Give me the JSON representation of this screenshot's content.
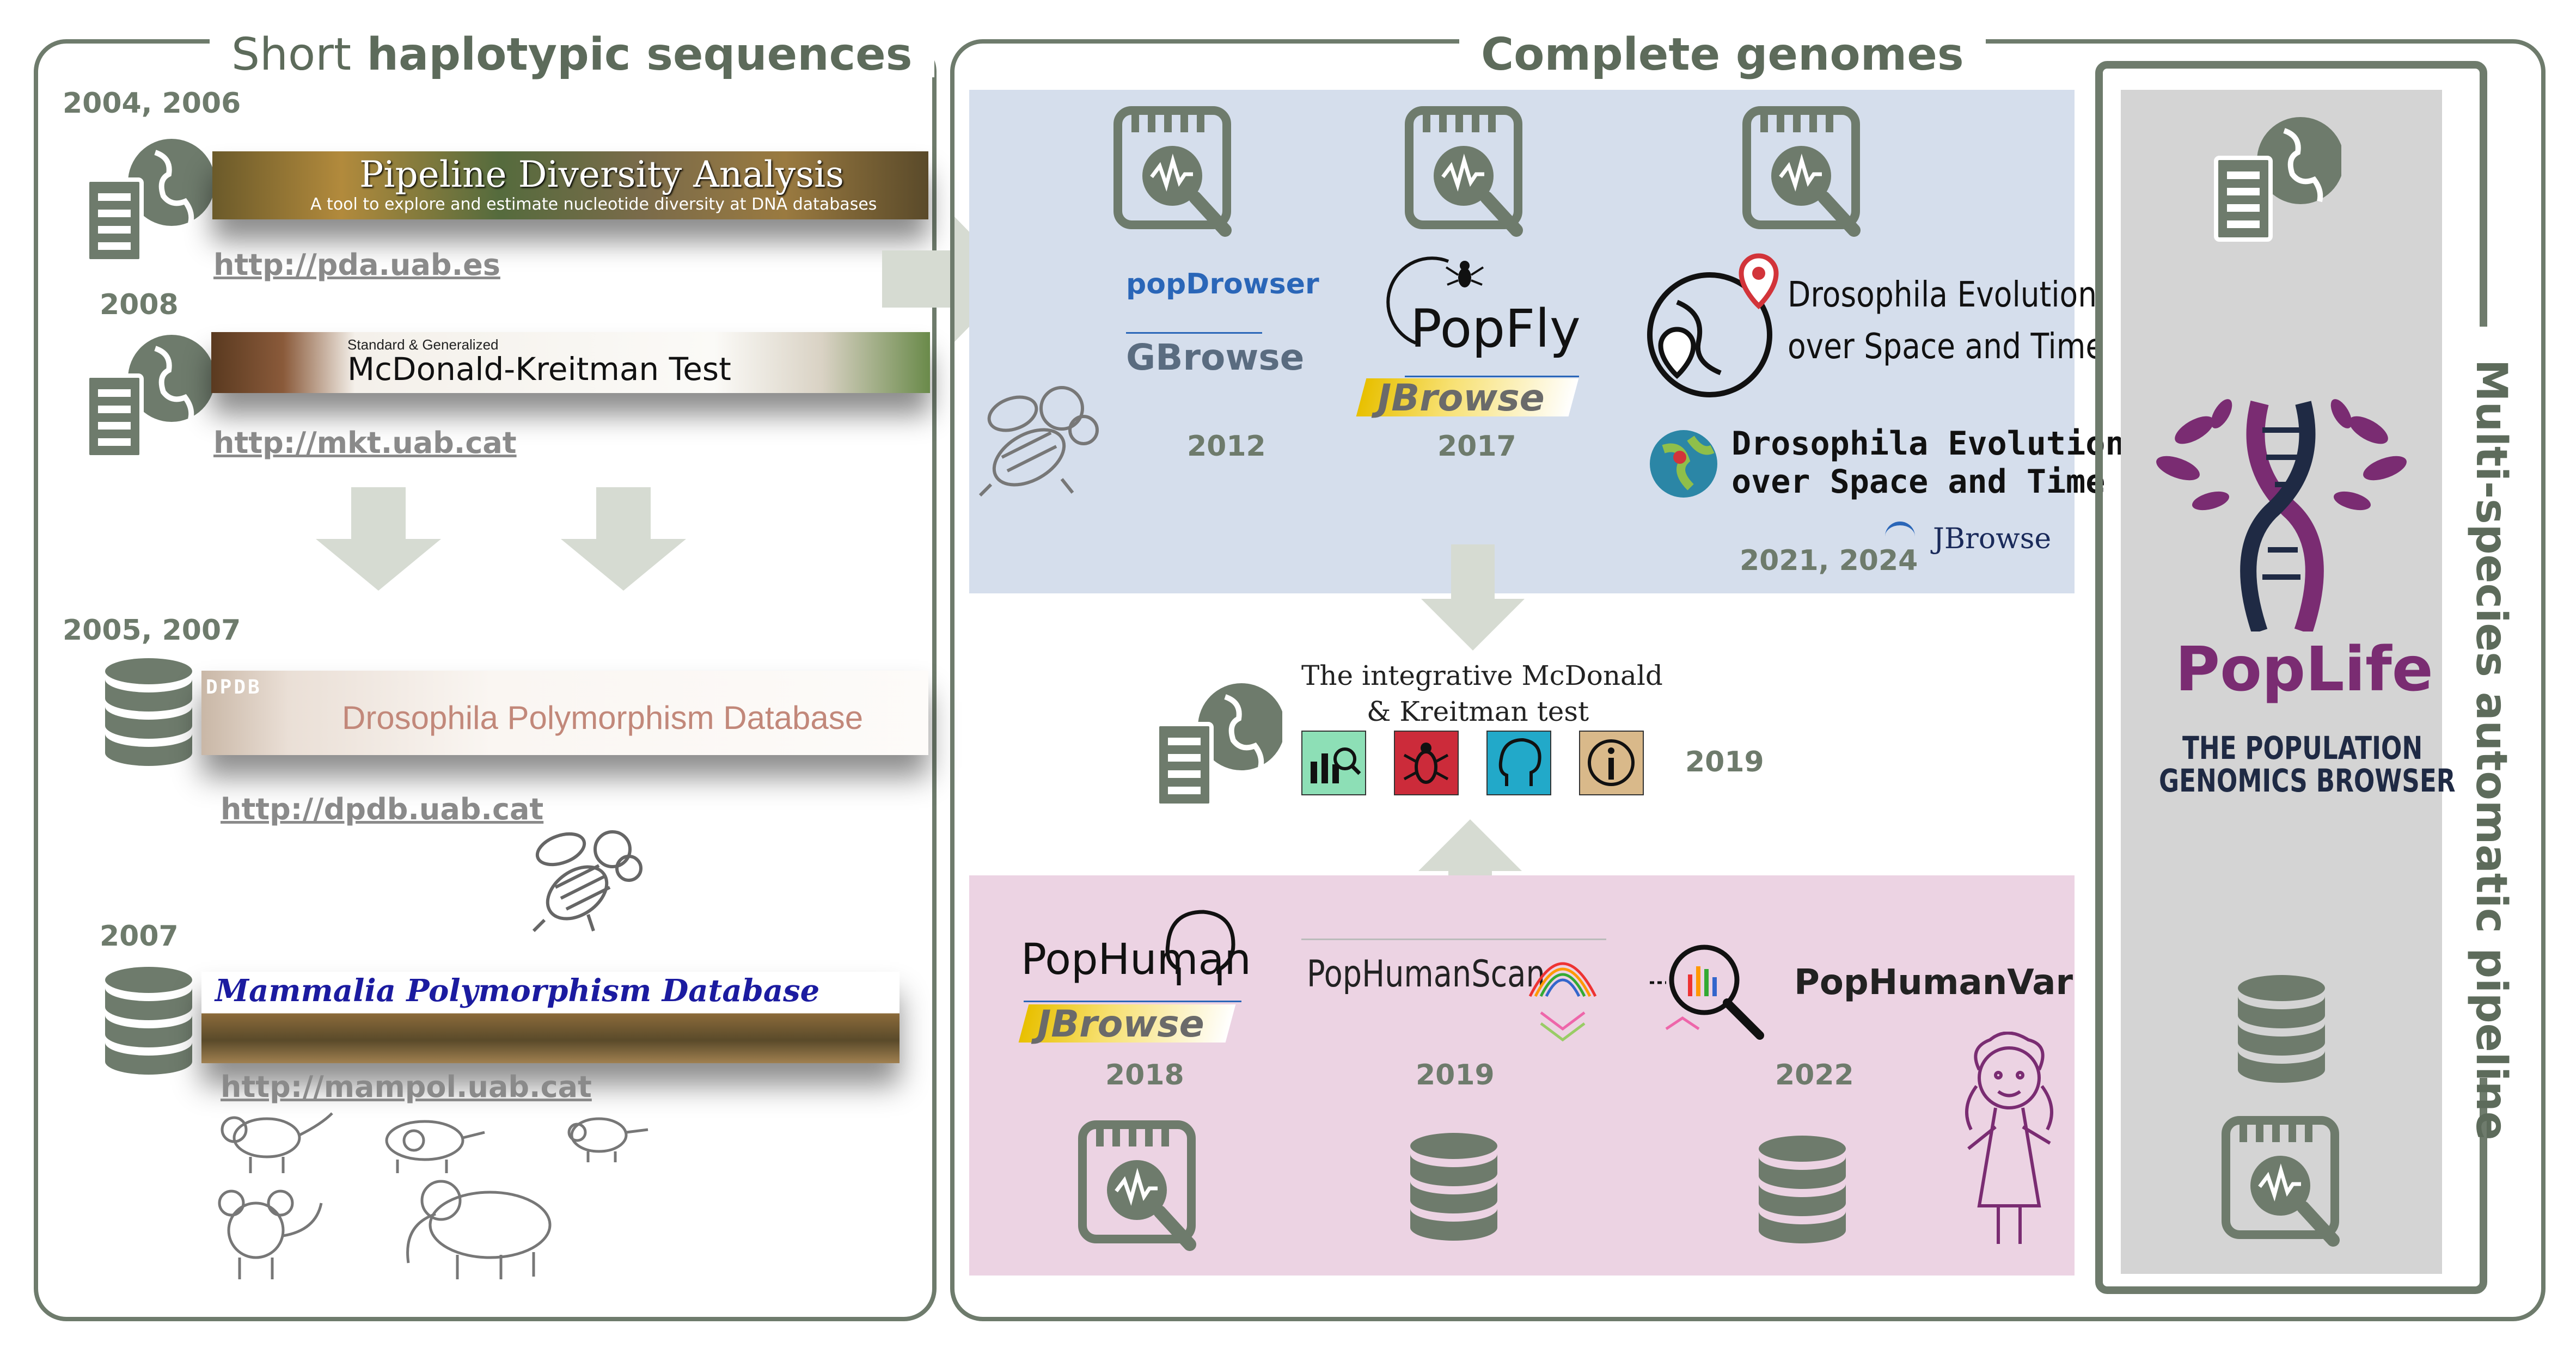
{
  "left": {
    "heading_short": "Short",
    "heading_rest": "haplotypic sequences",
    "items": [
      {
        "year": "2004, 2006",
        "title": "Pipeline Diversity Analysis",
        "subtitle": "A tool to explore and estimate nucleotide diversity at DNA databases",
        "url": "http://pda.uab.es"
      },
      {
        "year": "2008",
        "pre": "Standard & Generalized",
        "title": "McDonald-Kreitman Test",
        "url": "http://mkt.uab.cat"
      },
      {
        "year": "2005, 2007",
        "badge": "DPDB",
        "title": "Drosophila Polymorphism Database",
        "url": "http://dpdb.uab.cat"
      },
      {
        "year": "2007",
        "title": "Mammalia Polymorphism Database",
        "url": "http://mampol.uab.cat"
      }
    ]
  },
  "center": {
    "heading": "Complete genomes",
    "fly": {
      "popdrowser": "popDrowser",
      "gbrowse": "GBrowse",
      "year1": "2012",
      "popfly": "PopFly",
      "jbrowse": "JBrowse",
      "year2": "2017",
      "dest_line1": "Drosophila Evolution",
      "dest_line2": "over Space and Time",
      "dest2_line1": "Drosophila Evolution",
      "dest2_line2": "over Space and Time",
      "jbrowse2": "JBrowse",
      "year3": "2021, 2024"
    },
    "imkt": {
      "line1": "The integrative McDonald",
      "line2": "& Kreitman test",
      "year": "2019"
    },
    "human": {
      "pophuman": "PopHuman",
      "jbrowse": "JBrowse",
      "year1": "2018",
      "scan": "PopHumanScan",
      "year2": "2019",
      "var": "PopHumanVar",
      "year3": "2022"
    }
  },
  "right": {
    "vertical": "Multi-species automatic pipeline",
    "poplife": "PopLife",
    "tag1": "THE POPULATION",
    "tag2": "GENOMICS BROWSER"
  },
  "colors": {
    "frame": "#6e7b6c",
    "fly_bg": "#d5deec",
    "human_bg": "#ecd3e3",
    "pipeline_bg": "#d4d4d4",
    "poplife": "#7a2c72",
    "link_blue": "#2a66b8"
  }
}
